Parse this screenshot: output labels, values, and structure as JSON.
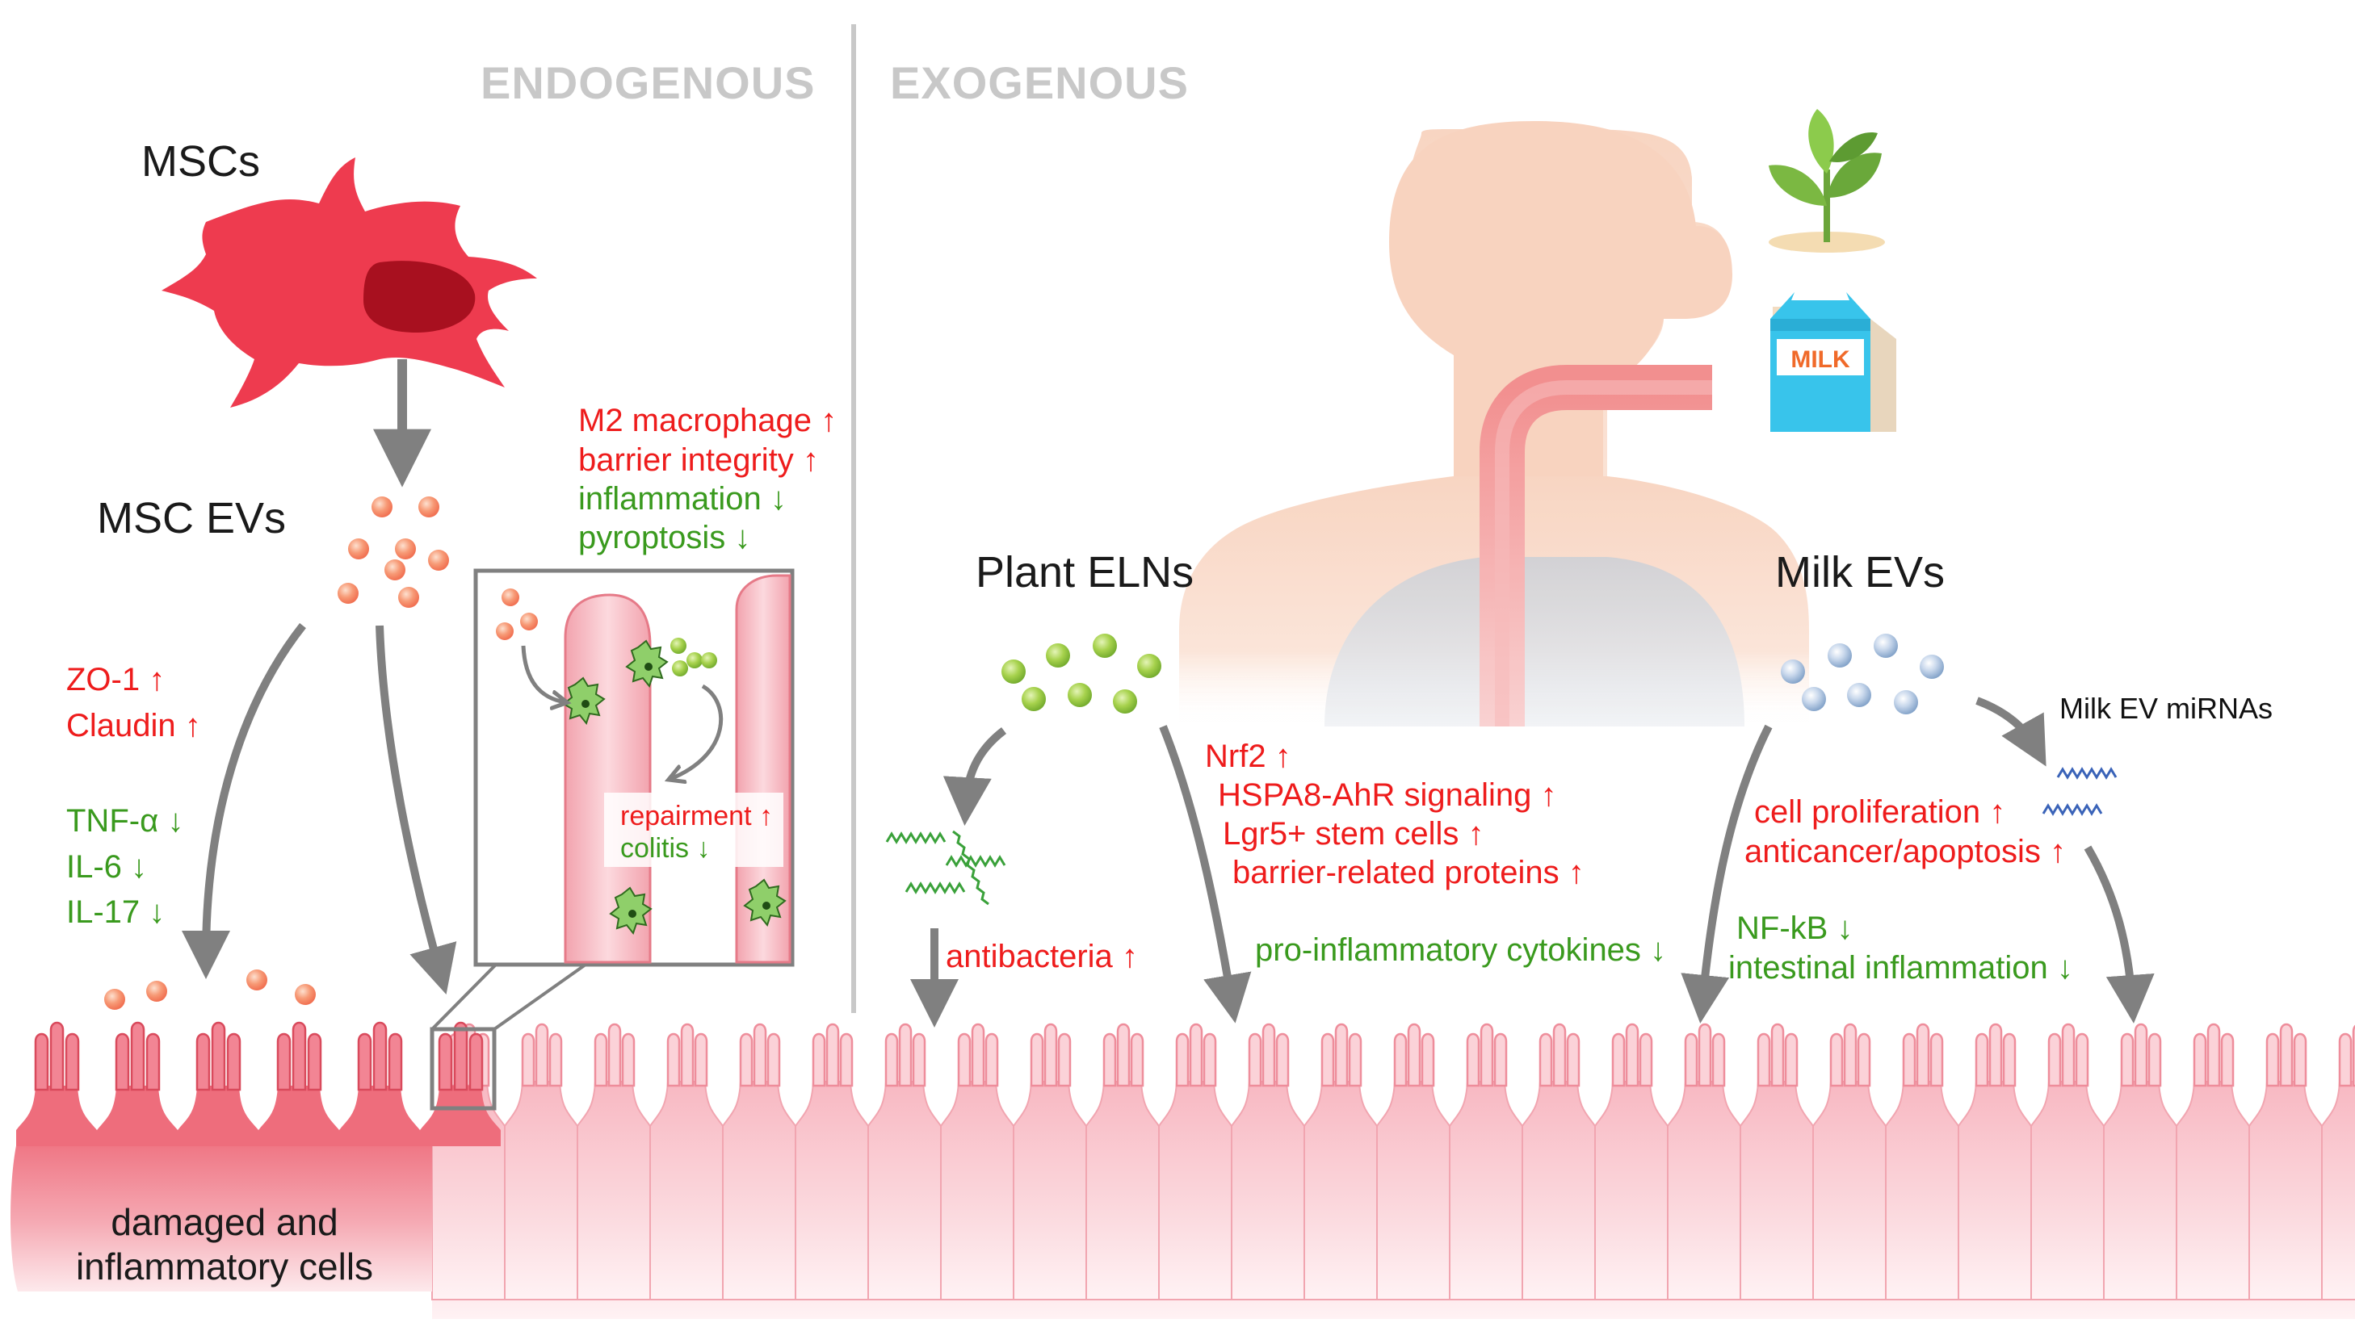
{
  "headers": {
    "endogenous": "ENDOGENOUS",
    "exogenous": "EXOGENOUS"
  },
  "labels": {
    "mscs": "MSCs",
    "msc_evs": "MSC EVs",
    "plant_elns": "Plant ELNs",
    "milk_evs": "Milk EVs",
    "milk_ev_mirnas": "Milk EV miRNAs",
    "damaged_line1": "damaged and",
    "damaged_line2": "inflammatory cells",
    "milk_carton": "MILK"
  },
  "msc_effects_top": [
    {
      "text": "M2 macrophage ↑",
      "dir": "up"
    },
    {
      "text": "barrier integrity ↑",
      "dir": "up"
    },
    {
      "text": "inflammation ↓",
      "dir": "down"
    },
    {
      "text": "pyroptosis ↓",
      "dir": "down"
    }
  ],
  "msc_effects_left": [
    {
      "text": "ZO-1 ↑",
      "dir": "up"
    },
    {
      "text": "Claudin ↑",
      "dir": "up"
    },
    {
      "text": "TNF-α ↓",
      "dir": "down"
    },
    {
      "text": "IL-6 ↓",
      "dir": "down"
    },
    {
      "text": "IL-17 ↓",
      "dir": "down"
    }
  ],
  "inset_effects": [
    {
      "text": "repairment ↑",
      "dir": "up"
    },
    {
      "text": "colitis ↓",
      "dir": "down"
    }
  ],
  "plant_effects_left": [
    {
      "text": "antibacteria ↑",
      "dir": "up"
    }
  ],
  "plant_effects_right": [
    {
      "text": "Nrf2 ↑",
      "dir": "up"
    },
    {
      "text": "HSPA8-AhR signaling ↑",
      "dir": "up"
    },
    {
      "text": "Lgr5+ stem cells ↑",
      "dir": "up"
    },
    {
      "text": "barrier-related proteins ↑",
      "dir": "up"
    }
  ],
  "plant_effects_bottom": [
    {
      "text": "pro-inflammatory cytokines ↓",
      "dir": "down"
    }
  ],
  "milk_effects_top": [
    {
      "text": "cell proliferation ↑",
      "dir": "up"
    },
    {
      "text": "anticancer/apoptosis ↑",
      "dir": "up"
    }
  ],
  "milk_effects_bottom": [
    {
      "text": "NF-kB ↓",
      "dir": "down"
    },
    {
      "text": "intestinal inflammation ↓",
      "dir": "down"
    }
  ],
  "colors": {
    "up": "#ee1c1c",
    "down": "#3a9a1e",
    "msc_cell": "#ee3b4f",
    "msc_nucleus": "#a8101f",
    "msc_ev": "#f4896a",
    "plant_eln": "#8fc33b",
    "milk_ev": "#a9c2e0",
    "arrow": "#808080",
    "divider": "#c8c8c8",
    "tissue_damaged": "#f07a86",
    "tissue_healthy": "#fbd0d6",
    "human_body": "#f9d6c4",
    "lungs": "#d9dde3"
  },
  "icons": {
    "msc_cell": "stellate-cell-icon",
    "plant": "sprout-icon",
    "milk": "milk-carton-icon",
    "human": "human-silhouette-icon",
    "macrophage": "macrophage-icon",
    "mirna": "rna-strand-icon"
  }
}
